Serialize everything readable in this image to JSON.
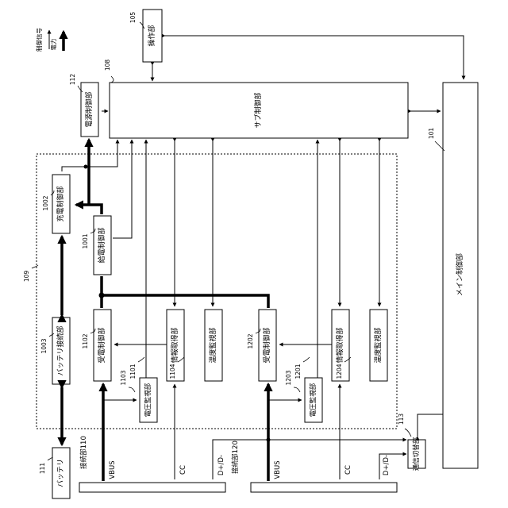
{
  "legend": {
    "control_label": "制御信号",
    "power_label": "電力"
  },
  "blocks": {
    "operation": "操作部",
    "sub_control": "サブ制御部",
    "main_control": "メイン制御部",
    "power_control": "電源制御部",
    "charge_control": "充電制御部",
    "feed_control": "給電制御部",
    "battery_connection": "バッテリ接続部",
    "battery": "バッテリ",
    "rx_control_1": "受電制御部",
    "info_acquire_1": "情報取得部",
    "temp_monitor_1": "温度監視部",
    "voltage_monitor_1": "電圧監視部",
    "rx_control_2": "受電制御部",
    "info_acquire_2": "情報取得部",
    "temp_monitor_2": "温度監視部",
    "voltage_monitor_2": "電圧監視部",
    "comm_switch": "通信切替部",
    "connector_1": "接続部110",
    "connector_2": "接続部120"
  },
  "signals": {
    "vbus_1": "VBUS",
    "cc_1": "CC",
    "dplus_1": "D+/D-",
    "vbus_2": "VBUS",
    "cc_2": "CC",
    "dplus_2": "D+/D-"
  },
  "refs": {
    "r105": "105",
    "r108": "108",
    "r112": "112",
    "r101": "101",
    "r109": "109",
    "r1002": "1002",
    "r1001": "1001",
    "r1003": "1003",
    "r1102": "1102",
    "r1101": "1101",
    "r1104": "1104",
    "r1103": "1103",
    "r1202": "1202",
    "r1201": "1201",
    "r1204": "1204",
    "r1203": "1203",
    "r111": "111",
    "r113": "113"
  }
}
